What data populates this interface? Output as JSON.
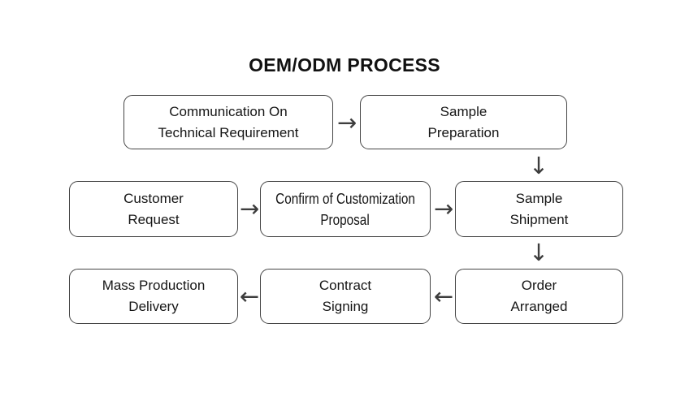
{
  "title": "OEM/ODM PROCESS",
  "colors": {
    "background": "#ffffff",
    "box_border": "#454545",
    "text": "#151515",
    "arrow": "#3d3d3d"
  },
  "diagram": {
    "nodes": [
      {
        "id": "communication-technical-requirement",
        "line1": "Communication On",
        "line2": "Technical Requirement"
      },
      {
        "id": "sample-preparation",
        "line1": "Sample",
        "line2": "Preparation"
      },
      {
        "id": "customer-request",
        "line1": "Customer",
        "line2": "Request"
      },
      {
        "id": "confirm-customization-proposal",
        "line1": "Confirm of Customization",
        "line2": "Proposal"
      },
      {
        "id": "sample-shipment",
        "line1": "Sample",
        "line2": "Shipment"
      },
      {
        "id": "mass-production-delivery",
        "line1": "Mass Production",
        "line2": "Delivery"
      },
      {
        "id": "contract-signing",
        "line1": "Contract",
        "line2": "Signing"
      },
      {
        "id": "order-arranged",
        "line1": "Order",
        "line2": "Arranged"
      }
    ],
    "connectors": [
      {
        "from": "communication-technical-requirement",
        "to": "sample-preparation",
        "direction": "right",
        "glyph": "→"
      },
      {
        "from": "sample-preparation",
        "to": "sample-shipment",
        "direction": "down",
        "glyph": "↓"
      },
      {
        "from": "customer-request",
        "to": "confirm-customization-proposal",
        "direction": "right",
        "glyph": "→"
      },
      {
        "from": "confirm-customization-proposal",
        "to": "sample-shipment",
        "direction": "right",
        "glyph": "→"
      },
      {
        "from": "sample-shipment",
        "to": "order-arranged",
        "direction": "down",
        "glyph": "↓"
      },
      {
        "from": "order-arranged",
        "to": "contract-signing",
        "direction": "left",
        "glyph": "←"
      },
      {
        "from": "contract-signing",
        "to": "mass-production-delivery",
        "direction": "left",
        "glyph": "←"
      }
    ]
  }
}
